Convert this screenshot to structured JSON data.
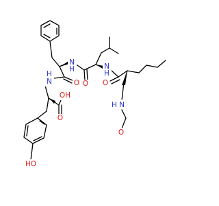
{
  "figure": {
    "background": "#ffffff",
    "bond_color": "#000000",
    "atom_colors": {
      "N": "#2b35d6",
      "O": "#e01818"
    }
  },
  "atoms": [
    {
      "id": "nh_phe",
      "text": "N",
      "sub": "H",
      "element": "N"
    },
    {
      "id": "nh_leu",
      "text": "N",
      "sub": "H",
      "element": "N"
    },
    {
      "id": "nh_tyr",
      "text": "N",
      "sub": "H",
      "element": "N"
    },
    {
      "id": "hn_nle",
      "text": "H",
      "sub": "N",
      "element": "N"
    },
    {
      "id": "o_phe",
      "text": "O",
      "element": "O"
    },
    {
      "id": "o_leu",
      "text": "O",
      "element": "O"
    },
    {
      "id": "o_nle",
      "text": "O",
      "element": "O"
    },
    {
      "id": "o_acid",
      "text": "O",
      "element": "O"
    },
    {
      "id": "oh_acid",
      "text": "OH",
      "element": "O"
    },
    {
      "id": "o_formyl",
      "text": "O",
      "element": "O"
    },
    {
      "id": "ho_phenol",
      "text": "HO",
      "element": "O"
    }
  ]
}
